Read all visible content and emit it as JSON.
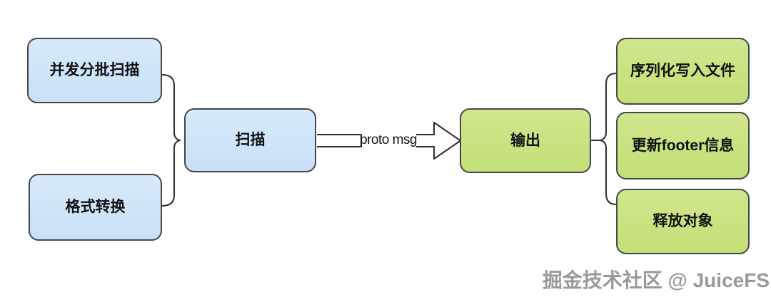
{
  "diagram": {
    "nodes": {
      "scan_batch": {
        "label": "并发分批扫描"
      },
      "format_convert": {
        "label": "格式转换"
      },
      "scan": {
        "label": "扫描"
      },
      "output": {
        "label": "输出"
      },
      "serialize": {
        "label": "序列化写入文件"
      },
      "update_footer": {
        "label": "更新footer信息"
      },
      "release": {
        "label": "释放对象"
      }
    },
    "arrow": {
      "label": "proto msg"
    },
    "colors": {
      "blue_node_fill": "#cfe4f8",
      "green_node_fill": "#c9e281",
      "node_border": "#42474d",
      "connector_line": "#2d2d2d",
      "text": "#111111",
      "watermark_gray": "#999999"
    }
  },
  "watermark": {
    "text": "掘金技术社区 @ JuiceFS"
  }
}
